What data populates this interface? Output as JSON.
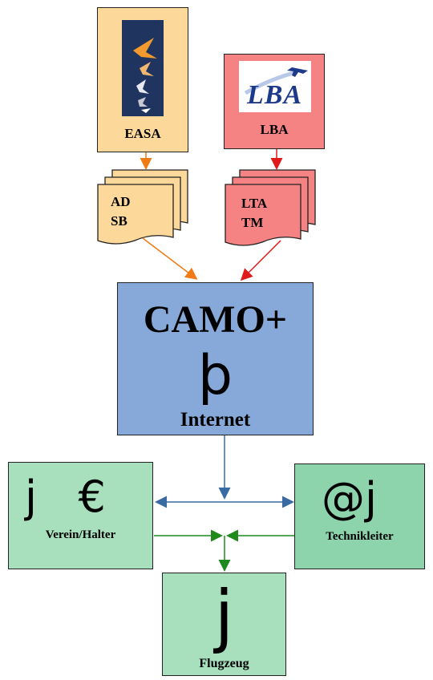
{
  "colors": {
    "easa_fill": "#fcd99a",
    "lba_fill": "#f58383",
    "camo_fill": "#87a9d9",
    "green_fill": "#a8e0be",
    "techniker_fill": "#8dd4ad",
    "arrow_orange": "#f07a14",
    "arrow_red": "#e01a1a",
    "arrow_blue": "#3a6aa3",
    "arrow_green": "#1e8a1e"
  },
  "easa": {
    "label": "EASA",
    "logo": "easa-stars-logo"
  },
  "lba": {
    "label": "LBA",
    "logo_text": "LBA",
    "logo": "lba-airplane-logo"
  },
  "easa_docs": {
    "line1": "AD",
    "line2": "SB"
  },
  "lba_docs": {
    "line1": "LTA",
    "line2": "TM"
  },
  "camo": {
    "title": "CAMO+",
    "symbol": "þ",
    "subtitle": "Internet"
  },
  "verein": {
    "symbols": "j   €",
    "label": "Verein/Halter"
  },
  "techniker": {
    "symbols": "@j",
    "label": "Technikleiter"
  },
  "flugzeug": {
    "symbol": "j",
    "label": "Flugzeug"
  }
}
